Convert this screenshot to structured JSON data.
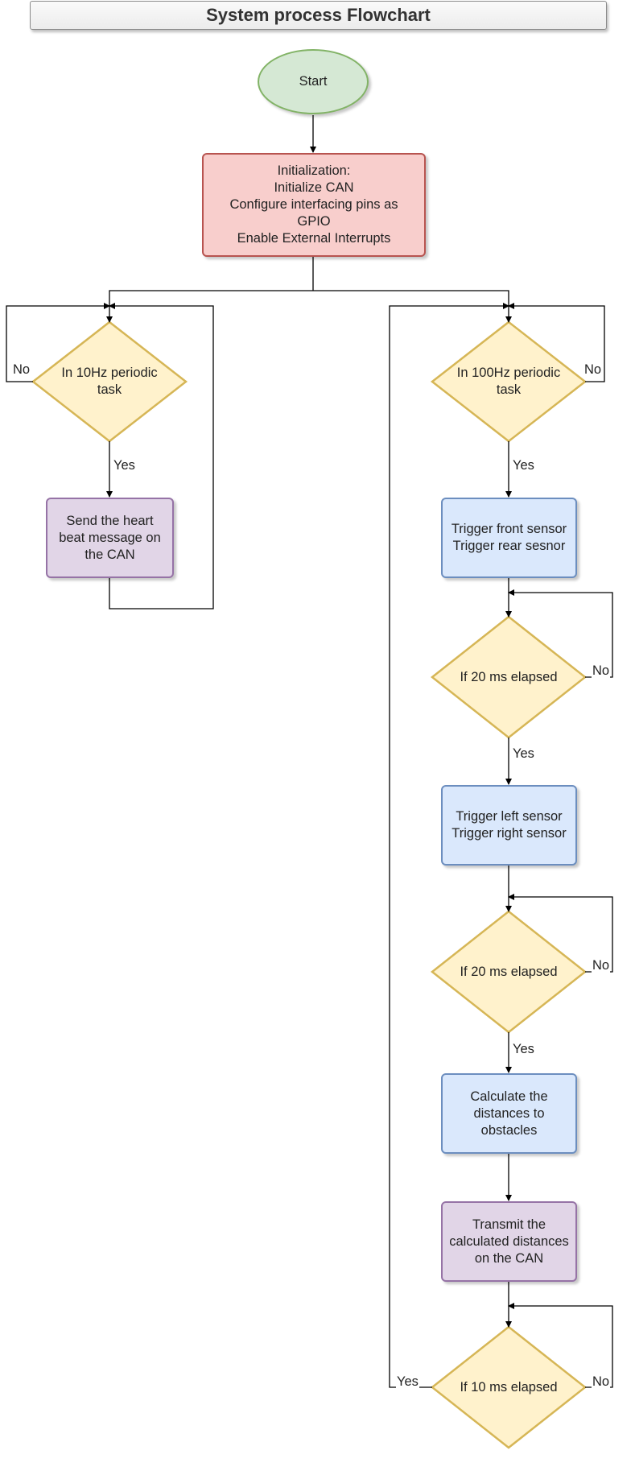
{
  "title": "System process Flowchart",
  "nodes": {
    "start": "Start",
    "init": "Initialization:\nInitialize CAN\nConfigure interfacing pins as\nGPIO\nEnable External Interrupts",
    "d10hz": "In 10Hz periodic\ntask",
    "heartbeat": "Send the heart\nbeat message on\nthe CAN",
    "d100hz": "In 100Hz periodic\ntask",
    "trig_front_rear": "Trigger front sensor\nTrigger rear sesnor",
    "d20ms_1": "If 20 ms elapsed",
    "trig_left_right": "Trigger left sensor\nTrigger right sensor",
    "d20ms_2": "If 20 ms elapsed",
    "calc": "Calculate the\ndistances to\nobstacles",
    "transmit": "Transmit the\ncalculated distances\non the CAN",
    "d10ms": "If 10 ms elapsed"
  },
  "labels": {
    "yes": "Yes",
    "no": "No"
  },
  "colors": {
    "start_fill": "#d5e8d4",
    "start_stroke": "#82b366",
    "init_fill": "#f8cecc",
    "init_stroke": "#b85450",
    "decision_fill": "#fff2cc",
    "decision_stroke": "#d6b656",
    "process_fill": "#dae8fc",
    "process_stroke": "#6c8ebf",
    "can_fill": "#e1d5e7",
    "can_stroke": "#9673a6",
    "connector": "#000000"
  }
}
